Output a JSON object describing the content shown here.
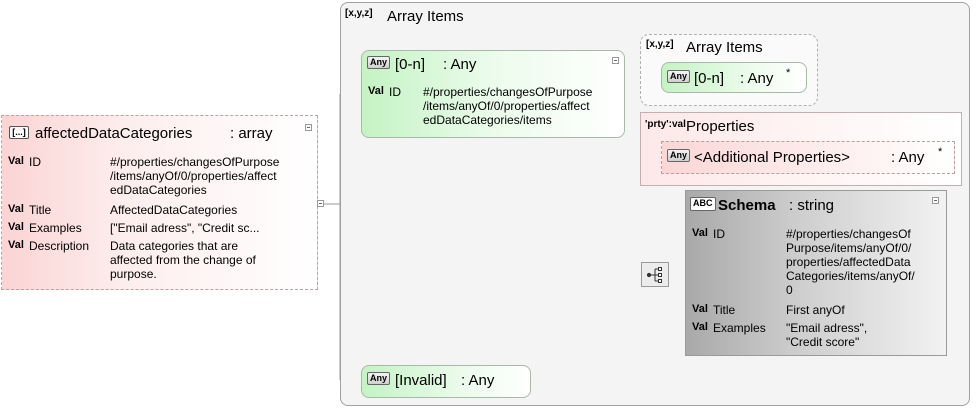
{
  "root": {
    "icon": "array-icon",
    "badge": "[...]",
    "name": "affectedDataCategories",
    "type": ": array",
    "props": [
      {
        "tag": "Val",
        "key": "ID",
        "value": "#/properties/changesOfPurpose\n/items/anyOf/0/properties/affect\nedDataCategories"
      },
      {
        "tag": "Val",
        "key": "Title",
        "value": "AffectedDataCategories"
      },
      {
        "tag": "Val",
        "key": "Examples",
        "value": "[\"Email adress\", \"Credit sc..."
      },
      {
        "tag": "Val",
        "key": "Description",
        "value": "Data categories that are\naffected from the change of\npurpose."
      }
    ]
  },
  "array_group": {
    "badge": "[x,y,z]",
    "label": "Array Items"
  },
  "any_item": {
    "badge": "Any",
    "name": "[0-n]",
    "type": ": Any",
    "props": [
      {
        "tag": "Val",
        "key": "ID",
        "value": "#/properties/changesOfPurpose\n/items/anyOf/0/properties/affect\nedDataCategories/items"
      }
    ]
  },
  "array_group_2": {
    "badge": "[x,y,z]",
    "label": "Array Items"
  },
  "any_item_2": {
    "badge": "Any",
    "name": "[0-n]",
    "type": ": Any",
    "star": "*"
  },
  "properties_group": {
    "badge": "'prty':val",
    "label": "Properties"
  },
  "additional_props": {
    "badge": "Any",
    "name": "<Additional Properties>",
    "type": ": Any",
    "star": "*"
  },
  "schema": {
    "badge": "ABC",
    "name": "Schema",
    "type": ": string",
    "props": [
      {
        "tag": "Val",
        "key": "ID",
        "value": "#/properties/changesOf\nPurpose/items/anyOf/0/\nproperties/affectedData\nCategories/items/anyOf/\n0"
      },
      {
        "tag": "Val",
        "key": "Title",
        "value": "First anyOf"
      },
      {
        "tag": "Val",
        "key": "Examples",
        "value": "\"Email adress\",\n\"Credit score\""
      }
    ]
  },
  "invalid": {
    "badge": "Any",
    "name": "[Invalid]",
    "type": ": Any"
  },
  "choice": {
    "icon": "choice-compositor-icon"
  }
}
